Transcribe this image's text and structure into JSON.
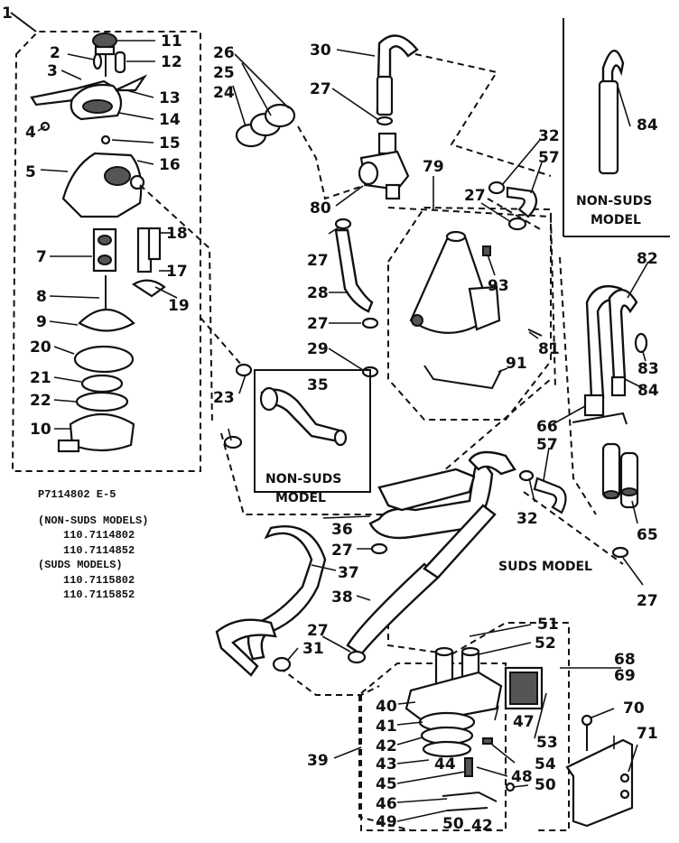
{
  "caption": {
    "drawing_id": "P7114802 E-5",
    "lines": [
      "(NON-SUDS MODELS)",
      "110.7114802",
      "110.7114852",
      "(SUDS  MODELS)",
      "110.7115802",
      "110.7115852"
    ]
  },
  "model_labels": {
    "non_suds_upper": [
      "NON-SUDS",
      "MODEL"
    ],
    "non_suds_middle": [
      "NON-SUDS",
      "MODEL"
    ],
    "suds": "SUDS MODEL"
  },
  "callouts": [
    "1",
    "2",
    "3",
    "4",
    "5",
    "7",
    "8",
    "9",
    "20",
    "21",
    "22",
    "10",
    "11",
    "12",
    "13",
    "14",
    "15",
    "16",
    "18",
    "17",
    "19",
    "23",
    "26",
    "25",
    "24",
    "30",
    "27a",
    "80",
    "27b",
    "28",
    "27c",
    "29",
    "35",
    "79",
    "93",
    "81",
    "91",
    "32a",
    "57a",
    "27d",
    "84a",
    "82",
    "83",
    "84b",
    "66",
    "57b",
    "32b",
    "65",
    "36",
    "27e",
    "37",
    "38",
    "27f",
    "27g",
    "31",
    "51",
    "52",
    "40",
    "41",
    "47",
    "42",
    "43",
    "44",
    "45",
    "48",
    "54",
    "46",
    "49",
    "50a",
    "42b",
    "50b",
    "39",
    "53",
    "68",
    "69",
    "70",
    "71"
  ],
  "callout_text": {
    "1": "1",
    "2": "2",
    "3": "3",
    "4": "4",
    "5": "5",
    "7": "7",
    "8": "8",
    "9": "9",
    "20": "20",
    "21": "21",
    "22": "22",
    "10": "10",
    "11": "11",
    "12": "12",
    "13": "13",
    "14": "14",
    "15": "15",
    "16": "16",
    "18": "18",
    "17": "17",
    "19": "19",
    "23": "23",
    "26": "26",
    "25": "25",
    "24": "24",
    "30": "30",
    "27a": "27",
    "80": "80",
    "27b": "27",
    "28": "28",
    "27c": "27",
    "29": "29",
    "35": "35",
    "79": "79",
    "93": "93",
    "81": "81",
    "91": "91",
    "32a": "32",
    "57a": "57",
    "27d": "27",
    "84a": "84",
    "82": "82",
    "83": "83",
    "84b": "84",
    "66": "66",
    "57b": "57",
    "32b": "32",
    "65": "65",
    "36": "36",
    "27e": "27",
    "37": "37",
    "38": "38",
    "27f": "27",
    "27g": "27",
    "31": "31",
    "51": "51",
    "52": "52",
    "40": "40",
    "41": "41",
    "47": "47",
    "42": "42",
    "43": "43",
    "44": "44",
    "45": "45",
    "48": "48",
    "54": "54",
    "46": "46",
    "49": "49",
    "50a": "50",
    "42b": "42",
    "50b": "50",
    "39": "39",
    "53": "53",
    "68": "68",
    "69": "69",
    "70": "70",
    "71": "71"
  }
}
